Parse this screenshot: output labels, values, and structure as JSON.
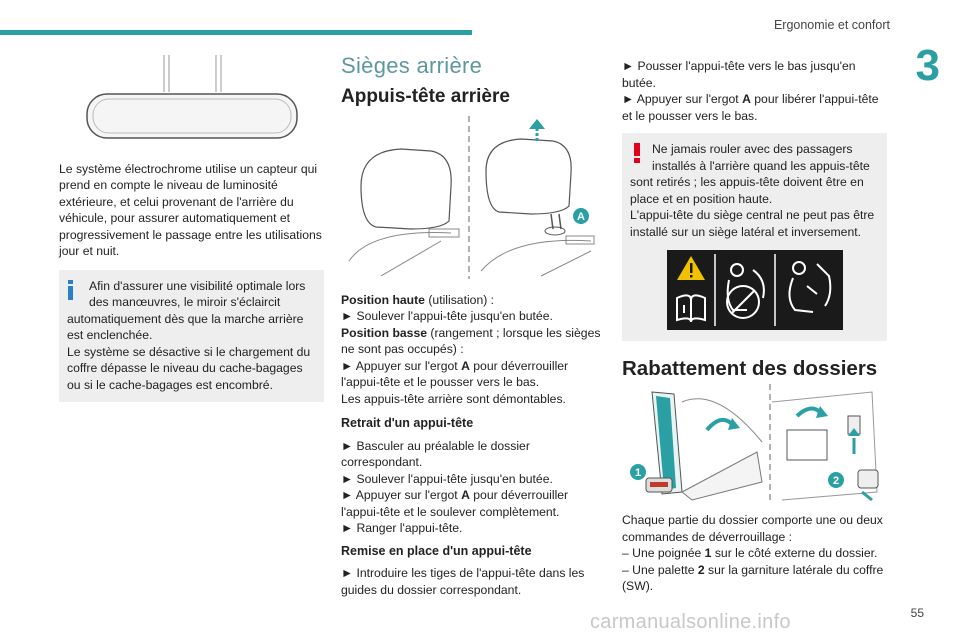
{
  "header": {
    "section": "Ergonomie et confort",
    "chapter": "3"
  },
  "left": {
    "paragraph": "Le système électrochrome utilise un capteur qui prend en compte le niveau de luminosité extérieure, et celui provenant de l'arrière du véhicule, pour assurer automatiquement et progressivement le passage entre les utilisations jour et nuit.",
    "note_lead": "Afin d'assurer une visibilité optimale lors",
    "note_lead2": "des manœuvres, le miroir s'éclaircit",
    "note_rest": "automatiquement dès que la marche arrière est enclenchée.",
    "note_more": "Le système se désactive si le chargement du coffre dépasse le niveau du cache-bagages ou si le cache-bagages est encombré."
  },
  "middle": {
    "title": "Sièges arrière",
    "subtitle": "Appuis-tête arrière",
    "figure_label": "A",
    "pos_haute_b": "Position haute",
    "pos_haute_t": " (utilisation) :",
    "line1": "► Soulever l'appui-tête jusqu'en butée.",
    "pos_basse_b": "Position basse",
    "pos_basse_t": " (rangement ; lorsque les sièges ne sont pas occupés) :",
    "line2a": "► Appuyer sur l'ergot ",
    "line2b": "A",
    "line2c": " pour déverrouiller l'appui-tête et le pousser vers le bas.",
    "line3": "Les appuis-tête arrière sont démontables.",
    "retrait_title": "Retrait d'un appui-tête",
    "r1": "► Basculer au préalable le dossier correspondant.",
    "r2": "► Soulever l'appui-tête jusqu'en butée.",
    "r3a": "► Appuyer sur l'ergot ",
    "r3b": "A",
    "r3c": " pour déverrouiller l'appui-tête et le soulever complètement.",
    "r4": "► Ranger l'appui-tête.",
    "remise_title": "Remise en place d'un appui-tête",
    "m1": "► Introduire les tiges de l'appui-tête dans les guides du dossier correspondant."
  },
  "right": {
    "p1": "► Pousser l'appui-tête vers le bas jusqu'en butée.",
    "p2a": "► Appuyer sur l'ergot ",
    "p2b": "A",
    "p2c": " pour libérer l'appui-tête et le pousser vers le bas.",
    "warn_lead": "Ne jamais rouler avec des passagers",
    "warn_lead2": "installés à l'arrière quand les appuis-tête",
    "warn_rest": "sont retirés ; les appuis-tête doivent être en place et en position haute.",
    "warn_more": "L'appui-tête du siège central ne peut pas être installé sur un siège latéral et inversement.",
    "title2": "Rabattement des dossiers",
    "fig_label1": "1",
    "fig_label2": "2",
    "p3": "Chaque partie du dossier comporte une ou deux commandes de déverrouillage :",
    "d1a": "– Une poignée ",
    "d1b": "1",
    "d1c": " sur le côté externe du dossier.",
    "d2a": "– Une palette ",
    "d2b": "2",
    "d2c": " sur la garniture latérale du coffre (SW)."
  },
  "footer": {
    "page": "55",
    "watermark": "carmanualsonline.info"
  },
  "colors": {
    "accent": "#2aa0a4",
    "title": "#5d98a0",
    "warning": "#e2001a",
    "info": "#2a7fc8",
    "note_bg": "#eeeeee"
  }
}
